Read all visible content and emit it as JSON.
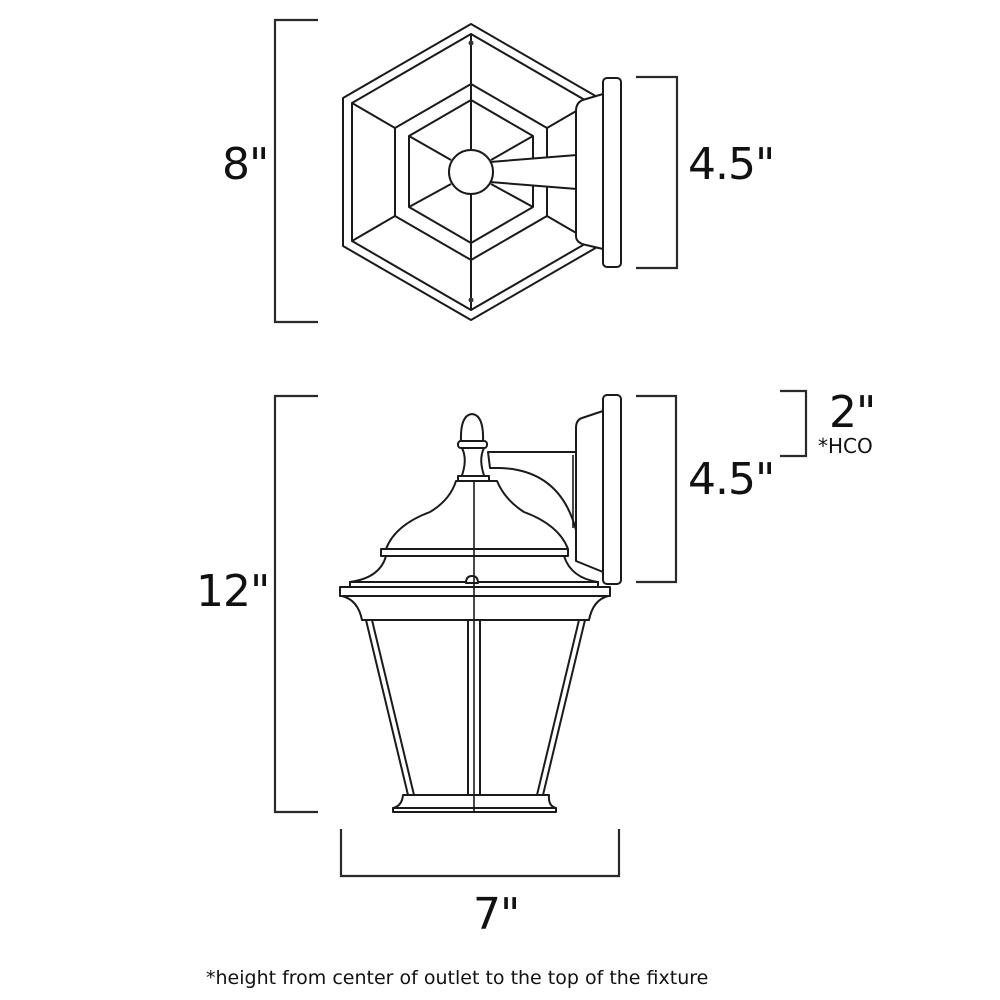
{
  "diagram": {
    "subject": "outdoor wall lantern dimension drawing",
    "top_view": {
      "width_label": "8\"",
      "backplate_label": "4.5\""
    },
    "side_view": {
      "height_label": "12\"",
      "backplate_label": "4.5\"",
      "hco_value": "2\"",
      "hco_tag": "*HCO",
      "width_label": "7\""
    },
    "footnote": "*height from center of outlet to the top of the fixture",
    "colors": {
      "line": "#1a1a1a",
      "background": "#ffffff"
    }
  }
}
